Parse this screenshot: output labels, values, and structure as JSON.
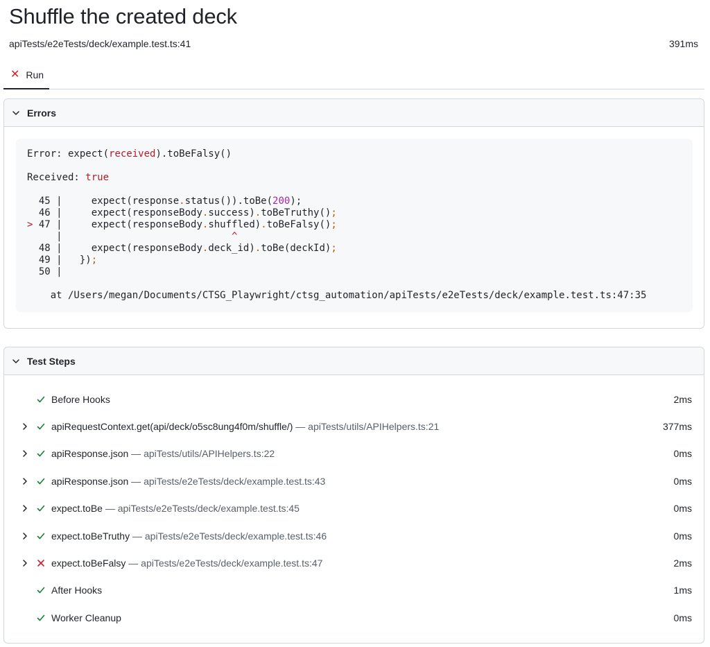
{
  "page": {
    "title": "Shuffle the created deck",
    "location": "apiTests/e2eTests/deck/example.test.ts:41",
    "duration": "391ms"
  },
  "tabs": [
    {
      "label": "Run",
      "status_icon": "x-icon",
      "status_color": "#cf222e"
    }
  ],
  "errors": {
    "header": "Errors",
    "error_prefix": "Error: expect(",
    "error_received": "received",
    "error_suffix": ").toBeFalsy()",
    "received_label": "Received: ",
    "received_value": "true",
    "code": {
      "l45_num": "  45 | ",
      "l45_a": "    expect(response",
      "l45_dot": ".",
      "l45_b": "status()).toBe(",
      "l45_val": "200",
      "l45_end": ");",
      "l46_num": "  46 | ",
      "l46_a": "    expect(responseBody",
      "l46_dot": ".",
      "l46_b": "success)",
      "l46_dot2": ".",
      "l46_c": "toBeTruthy()",
      "l46_end": ";",
      "l47_marker": "> ",
      "l47_num": "47 | ",
      "l47_a": "    expect(responseBody",
      "l47_dot": ".",
      "l47_b": "shuffled)",
      "l47_dot2": ".",
      "l47_c": "toBeFalsy()",
      "l47_end": ";",
      "caret_pipe": "     | ",
      "caret": "                            ^",
      "l48_num": "  48 | ",
      "l48_a": "    expect(responseBody",
      "l48_dot": ".",
      "l48_b": "deck_id)",
      "l48_dot2": ".",
      "l48_c": "toBe(deckId)",
      "l48_end": ";",
      "l49_num": "  49 | ",
      "l49_a": "  })",
      "l49_end": ";",
      "l50_num": "  50 | "
    },
    "stack": "    at /Users/megan/Documents/CTSG_Playwright/ctsg_automation/apiTests/e2eTests/deck/example.test.ts:47:35"
  },
  "steps": {
    "header": "Test Steps",
    "items": [
      {
        "title": "Before Hooks",
        "location": "",
        "duration": "2ms",
        "status": "passed",
        "expandable": false
      },
      {
        "title": "apiRequestContext.get(api/deck/o5sc8ung4f0m/shuffle/)",
        "location": " — apiTests/utils/APIHelpers.ts:21",
        "duration": "377ms",
        "status": "passed",
        "expandable": true
      },
      {
        "title": "apiResponse.json",
        "location": " — apiTests/utils/APIHelpers.ts:22",
        "duration": "0ms",
        "status": "passed",
        "expandable": true
      },
      {
        "title": "apiResponse.json",
        "location": " — apiTests/e2eTests/deck/example.test.ts:43",
        "duration": "0ms",
        "status": "passed",
        "expandable": true
      },
      {
        "title": "expect.toBe",
        "location": " — apiTests/e2eTests/deck/example.test.ts:45",
        "duration": "0ms",
        "status": "passed",
        "expandable": true
      },
      {
        "title": "expect.toBeTruthy",
        "location": " — apiTests/e2eTests/deck/example.test.ts:46",
        "duration": "0ms",
        "status": "passed",
        "expandable": true
      },
      {
        "title": "expect.toBeFalsy",
        "location": " — apiTests/e2eTests/deck/example.test.ts:47",
        "duration": "2ms",
        "status": "failed",
        "expandable": true
      },
      {
        "title": "After Hooks",
        "location": "",
        "duration": "1ms",
        "status": "passed",
        "expandable": false
      },
      {
        "title": "Worker Cleanup",
        "location": "",
        "duration": "0ms",
        "status": "passed",
        "expandable": false
      }
    ]
  },
  "colors": {
    "pass": "#1a7f37",
    "fail": "#cf222e",
    "code_red": "#b31d28",
    "code_magenta": "#a626a4",
    "code_orange": "#b35c00"
  }
}
